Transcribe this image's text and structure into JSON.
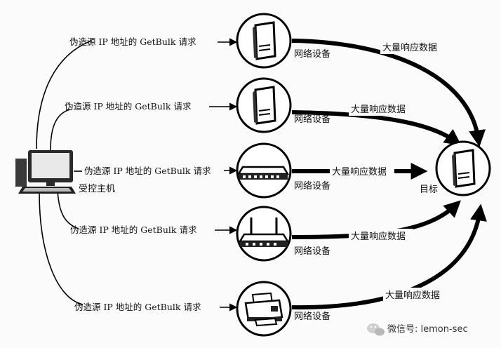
{
  "diagram": {
    "request_label": "伪造源 IP 地址的 GetBulk 请求",
    "device_label": "网络设备",
    "response_label": "大量响应数据",
    "controlled_host_label": "受控主机",
    "target_label": "目标",
    "requests": [
      "伪造源 IP 地址的 GetBulk 请求",
      "伪造源 IP 地址的 GetBulk 请求",
      "伪造源 IP 地址的 GetBulk 请求",
      "伪造源 IP 地址的 GetBulk 请求",
      "伪造源 IP 地址的 GetBulk 请求"
    ],
    "devices": [
      {
        "icon": "server-icon",
        "label": "网络设备",
        "response": "大量响应数据"
      },
      {
        "icon": "server-icon",
        "label": "网络设备",
        "response": "大量响应数据"
      },
      {
        "icon": "switch-icon",
        "label": "网络设备",
        "response": "大量响应数据"
      },
      {
        "icon": "router-icon",
        "label": "网络设备",
        "response": "大量响应数据"
      },
      {
        "icon": "printer-icon",
        "label": "网络设备",
        "response": "大量响应数据"
      }
    ],
    "watermark": "微信号: lemon-sec"
  }
}
